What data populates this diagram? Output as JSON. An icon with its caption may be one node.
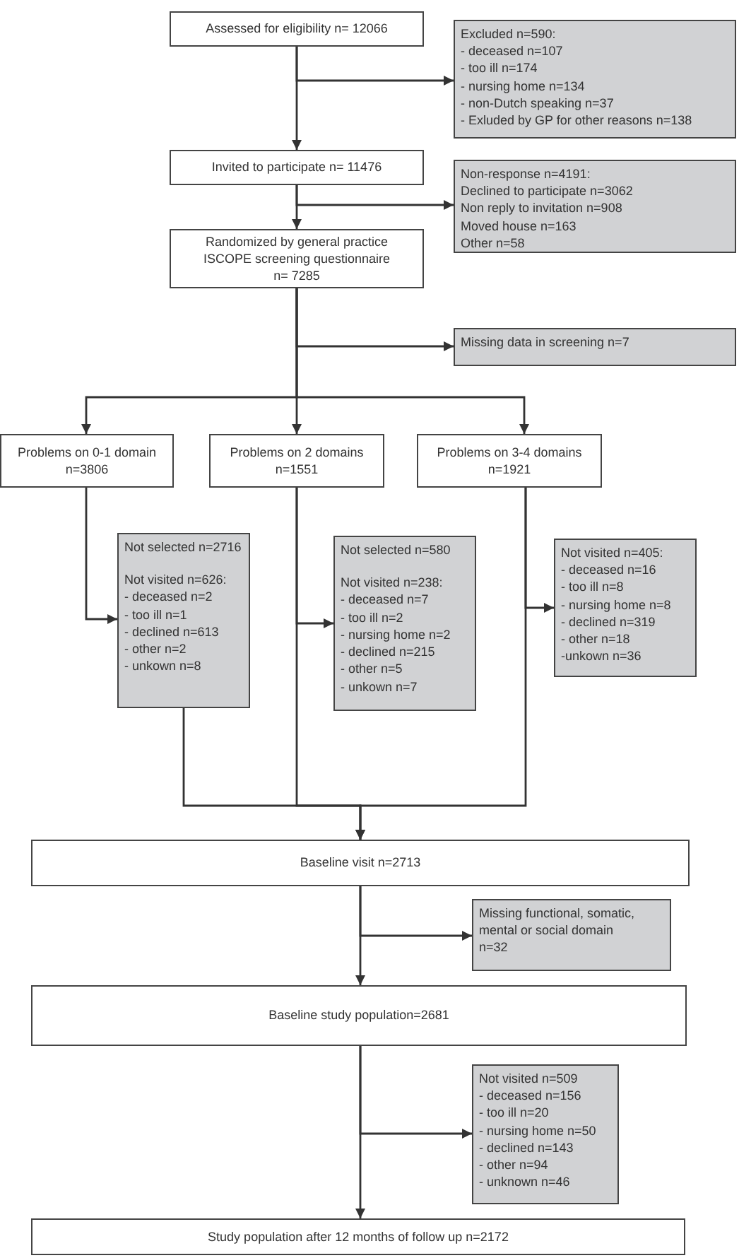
{
  "diagram": {
    "nodes": [
      {
        "text": [
          "Assessed for eligibility n= 12066"
        ]
      },
      {
        "text": [
          "Excluded n=590:",
          "- deceased n=107",
          "- too ill n=174",
          "- nursing home n=134",
          "- non-Dutch speaking n=37",
          "- Exluded by GP for other reasons n=138"
        ]
      },
      {
        "text": [
          "Invited to participate n= 11476"
        ]
      },
      {
        "text": [
          "Non-response n=4191:",
          "Declined to participate n=3062",
          "Non reply to invitation n=908",
          "Moved house n=163",
          "Other n=58"
        ]
      },
      {
        "text": [
          "Randomized by general practice ISCOPE screening questionnaire",
          "n= 7285"
        ]
      },
      {
        "text": [
          "Missing data in screening n=7"
        ]
      },
      {
        "text": [
          "Problems on 0-1 domain",
          "n=3806"
        ]
      },
      {
        "text": [
          "Problems on 2 domains",
          "n=1551"
        ]
      },
      {
        "text": [
          "Problems on 3-4 domains",
          "n=1921"
        ]
      },
      {
        "text": [
          "Not selected n=2716",
          "Not visited n=626:",
          "- deceased n=2",
          "- too ill n=1",
          "- declined n=613",
          "- other n=2",
          "- unkown n=8"
        ]
      },
      {
        "text": [
          "Not selected n=580",
          "Not visited n=238:",
          "- deceased n=7",
          "- too ill n=2",
          "- nursing home n=2",
          "- declined n=215",
          "- other n=5",
          "- unkown n=7"
        ]
      },
      {
        "text": [
          "Not visited n=405:",
          "- deceased n=16",
          "- too ill n=8",
          "- nursing home n=8",
          "- declined n=319",
          "- other n=18",
          "-unkown n=36"
        ]
      },
      {
        "text": [
          "Baseline visit n=2713"
        ]
      },
      {
        "text": [
          "Missing functional, somatic, mental or social domain",
          "n=32"
        ]
      },
      {
        "text": [
          "Baseline study population=2681"
        ]
      },
      {
        "text": [
          "Not visited n=509",
          "- deceased n=156",
          "- too ill n=20",
          "- nursing home n=50",
          "- declined n=143",
          "- other n=94",
          "- unknown n=46"
        ]
      },
      {
        "text": [
          "Study population after 12 months of follow up n=2172"
        ]
      }
    ],
    "edges": [
      {
        "from": 0,
        "to": 2,
        "arrow": "to"
      },
      {
        "from": 0,
        "to": 1,
        "arrow": "to"
      },
      {
        "from": 2,
        "to": 4,
        "arrow": "to"
      },
      {
        "from": 2,
        "to": 3,
        "arrow": "to"
      },
      {
        "from": 4,
        "to": 5,
        "arrow": "to"
      },
      {
        "from": 4,
        "to": 6,
        "arrow": "to"
      },
      {
        "from": 4,
        "to": 7,
        "arrow": "to"
      },
      {
        "from": 4,
        "to": 8,
        "arrow": "to"
      },
      {
        "from": 6,
        "to": 9,
        "arrow": "to"
      },
      {
        "from": 7,
        "to": 10,
        "arrow": "to"
      },
      {
        "from": 8,
        "to": 11,
        "arrow": "to"
      },
      {
        "from": 9,
        "to": 12,
        "arrow": "to"
      },
      {
        "from": 7,
        "to": 12,
        "arrow": "to"
      },
      {
        "from": 8,
        "to": 12,
        "arrow": "to"
      },
      {
        "from": 12,
        "to": 14,
        "arrow": "to"
      },
      {
        "from": 12,
        "to": 13,
        "arrow": "to"
      },
      {
        "from": 14,
        "to": 16,
        "arrow": "to"
      },
      {
        "from": 14,
        "to": 15,
        "arrow": "to"
      }
    ]
  }
}
